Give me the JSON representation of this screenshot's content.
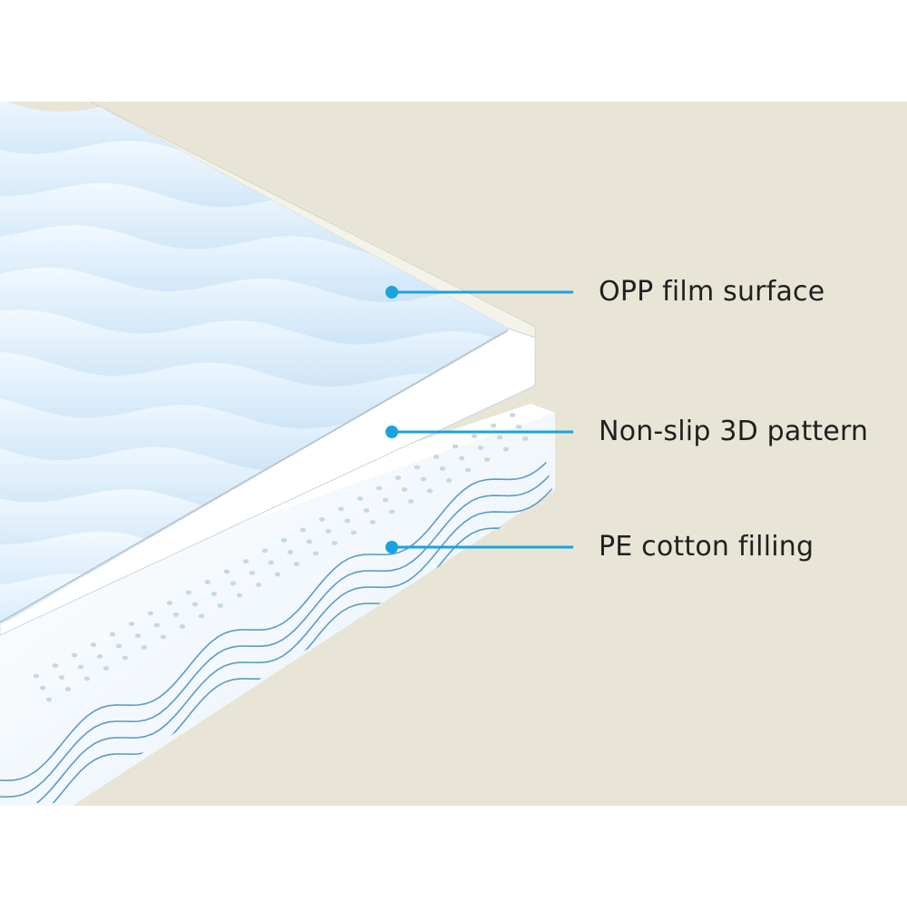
{
  "colors": {
    "background_panel": "#e8e5d6",
    "page": "#ffffff",
    "accent_blue": "#1aa3df",
    "wave_line": "#5c9cc4",
    "wave_light": "#dbeefb",
    "wave_mid": "#b6d9f3",
    "text": "#1f1f1f"
  },
  "callouts": [
    {
      "label": "OPP film surface",
      "icon": "callout-dot-icon"
    },
    {
      "label": "Non-slip 3D pattern",
      "icon": "callout-dot-icon"
    },
    {
      "label": "PE cotton filling",
      "icon": "callout-dot-icon"
    }
  ]
}
